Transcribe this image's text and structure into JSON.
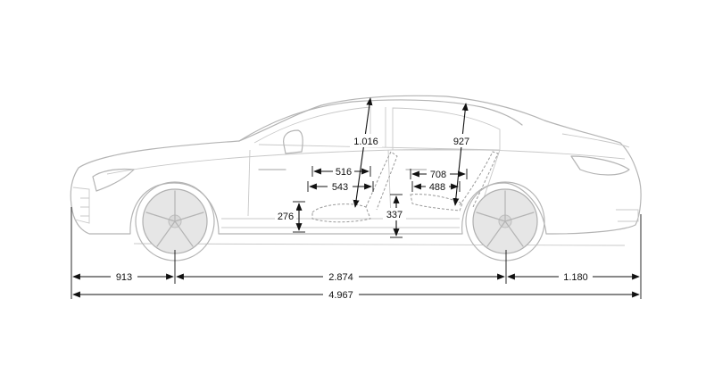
{
  "diagram": {
    "subject": "car-side-view-dimensions",
    "units_note": "",
    "dimensions": {
      "front_overhang": "913",
      "wheelbase": "2.874",
      "rear_overhang": "1.180",
      "overall_length": "4.967",
      "front_headroom": "1.016",
      "rear_headroom": "927",
      "front_seat_depth": "516",
      "front_legroom": "543",
      "rear_seat_depth": "708",
      "rear_legroom": "488",
      "front_seat_height": "276",
      "rear_seat_height": "337"
    }
  }
}
